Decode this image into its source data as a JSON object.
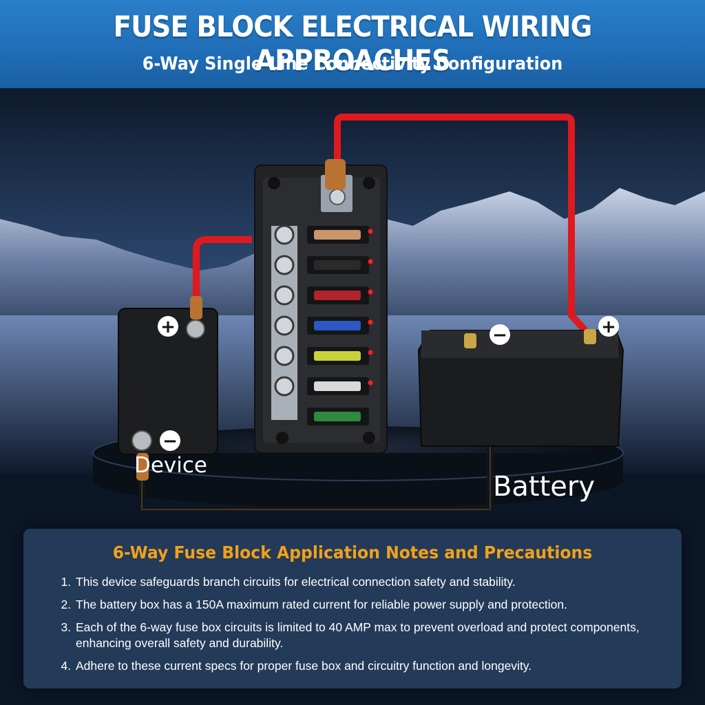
{
  "header": {
    "title": "FUSE BLOCK ELECTRICAL WIRING APPROACHES",
    "subtitle": "6-Way Single-Line Connectivity Configuration"
  },
  "diagram": {
    "device_label": "Device",
    "battery_label": "Battery",
    "positive_symbol": "+",
    "negative_symbol": "−",
    "wire_positive_color": "#e0191e",
    "wire_negative_color": "#151515",
    "fuse_colors": [
      "#c9956a",
      "#2a2a2a",
      "#b1242a",
      "#2a58c4",
      "#c8d23a",
      "#d9d9d9",
      "#2e8a3c"
    ]
  },
  "notes": {
    "title": "6-Way Fuse Block Application Notes and Precautions",
    "items": [
      "This device safeguards branch circuits for electrical connection safety and stability.",
      "The battery box has a 150A maximum rated current for reliable power supply and protection.",
      "Each of the 6-way fuse box circuits is limited to 40 AMP max to prevent overload and protect components, enhancing overall safety and durability.",
      "Adhere to these current specs for proper fuse box and circuitry function and longevity."
    ]
  }
}
